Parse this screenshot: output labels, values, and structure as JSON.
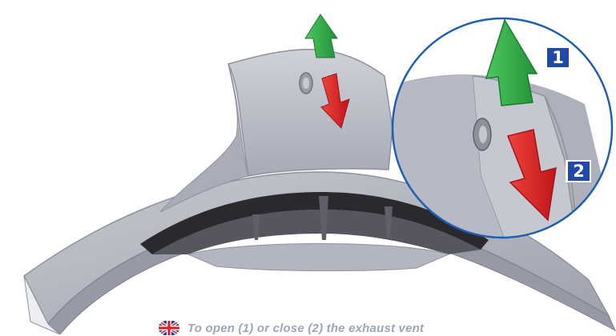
{
  "illustration": {
    "subject": "exhaust vent on stand base",
    "callouts": [
      {
        "number": "1",
        "direction": "up",
        "meaning": "open",
        "arrow_color": "#2fae4a",
        "badge_color": "#1f4aa8"
      },
      {
        "number": "2",
        "direction": "down",
        "meaning": "close",
        "arrow_color": "#e02228",
        "badge_color": "#1f4aa8"
      }
    ],
    "zoom_circle_color": "#1d5fb0",
    "body_color": "#b7b9c4"
  },
  "caption": {
    "flag_icon": "uk-flag-icon",
    "text": "To open (1) or close (2) the exhaust vent"
  }
}
